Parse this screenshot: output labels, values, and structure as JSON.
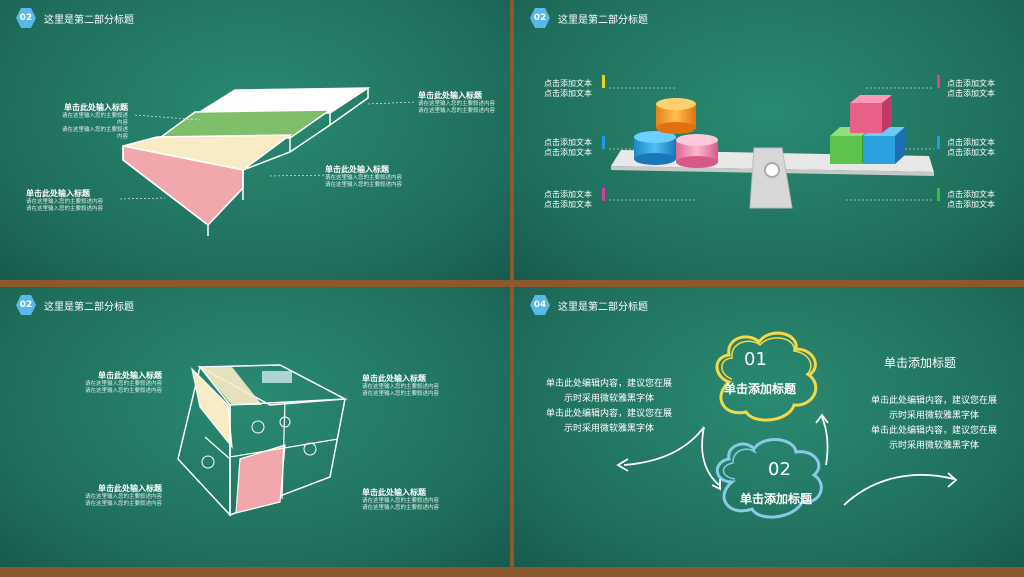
{
  "slides": [
    {
      "num": "02",
      "title": "这里是第二部分标题",
      "items": [
        {
          "t": "单击此处输入标题",
          "d": [
            "请在这里输入您的主要叙述内容",
            "请在这里输入您的主要叙述内容"
          ]
        },
        {
          "t": "单击此处输入标题",
          "d": [
            "请在这里输入您的主要叙述内容",
            "请在这里输入您的主要叙述内容"
          ]
        },
        {
          "t": "单击此处输入标题",
          "d": [
            "请在这里输入您的主要叙述内容",
            "请在这里输入您的主要叙述内容"
          ]
        },
        {
          "t": "单击此处输入标题",
          "d": [
            "请在这里输入您的主要叙述内容",
            "请在这里输入您的主要叙述内容"
          ]
        }
      ]
    },
    {
      "num": "02",
      "title": "这里是第二部分标题",
      "labels": [
        "点击添加文本",
        "点击添加文本"
      ]
    },
    {
      "num": "02",
      "title": "这里是第二部分标题",
      "items": [
        {
          "t": "单击此处输入标题",
          "d": [
            "请在这里输入您的主要叙述内容",
            "请在这里输入您的主要叙述内容"
          ]
        },
        {
          "t": "单击此处输入标题",
          "d": [
            "请在这里输入您的主要叙述内容",
            "请在这里输入您的主要叙述内容"
          ]
        },
        {
          "t": "单击此处输入标题",
          "d": [
            "请在这里输入您的主要叙述内容",
            "请在这里输入您的主要叙述内容"
          ]
        },
        {
          "t": "单击此处输入标题",
          "d": [
            "请在这里输入您的主要叙述内容",
            "请在这里输入您的主要叙述内容"
          ]
        }
      ]
    },
    {
      "num": "04",
      "title": "这里是第二部分标题",
      "cloud1": {
        "num": "01",
        "t": "单击添加标题"
      },
      "cloud2": {
        "num": "02",
        "t": "单击添加标题"
      },
      "right_title": "单击添加标题",
      "body": [
        "单击此处编辑内容，建议您在展",
        "示时采用微软雅黑字体",
        "单击此处编辑内容，建议您在展",
        "示时采用微软雅黑字体"
      ]
    }
  ],
  "colors": {
    "board": "#1f6f5c",
    "frame": "#8a5a2e",
    "hex": "#58b8e8"
  }
}
